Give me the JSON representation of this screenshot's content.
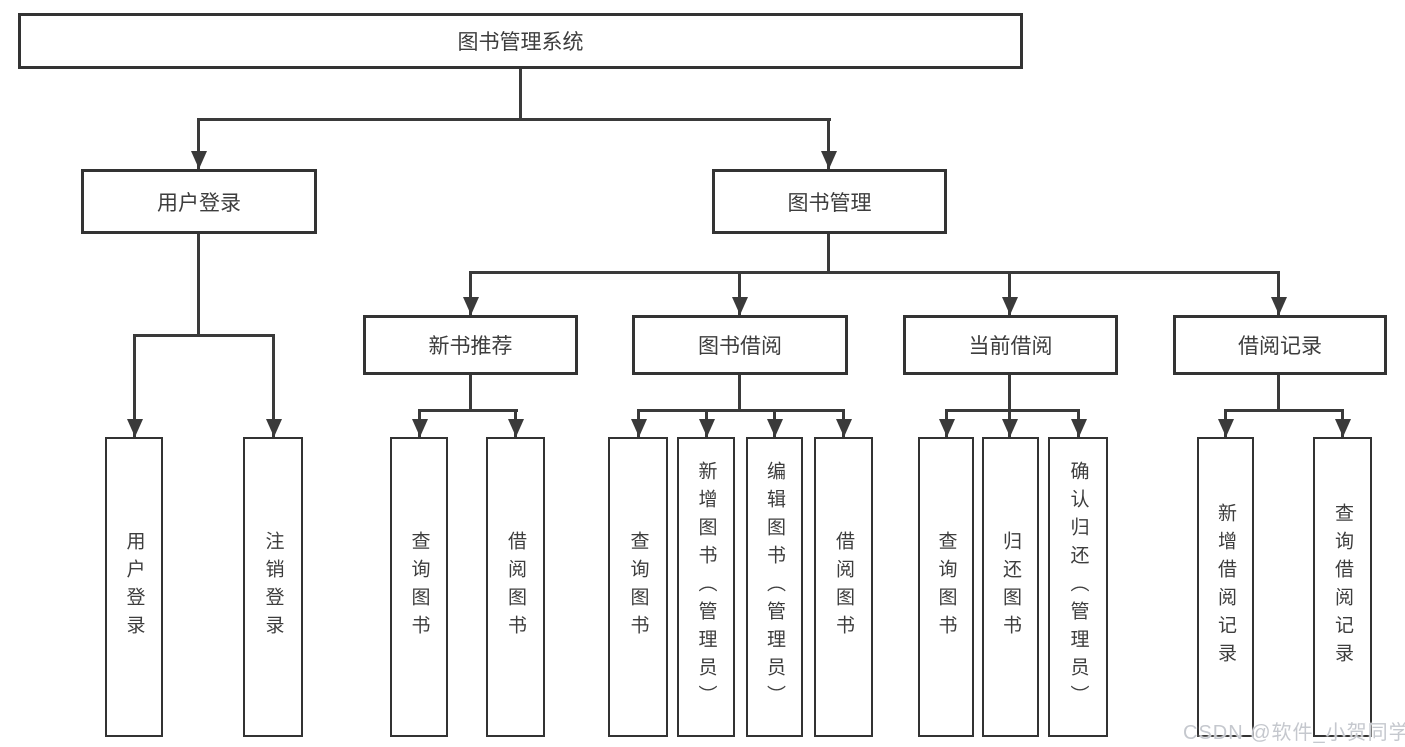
{
  "diagram": {
    "title": "图书管理系统",
    "root": {
      "label": "图书管理系统"
    },
    "level2": [
      {
        "id": "user-login",
        "label": "用户登录"
      },
      {
        "id": "book-mgmt",
        "label": "图书管理"
      }
    ],
    "level3": [
      {
        "id": "new-book",
        "label": "新书推荐",
        "parent": "book-mgmt"
      },
      {
        "id": "book-borrow",
        "label": "图书借阅",
        "parent": "book-mgmt"
      },
      {
        "id": "current-borrow",
        "label": "当前借阅",
        "parent": "book-mgmt"
      },
      {
        "id": "borrow-record",
        "label": "借阅记录",
        "parent": "book-mgmt"
      }
    ],
    "leaves": [
      {
        "label": "用户登录",
        "parent": "user-login"
      },
      {
        "label": "注销登录",
        "parent": "user-login"
      },
      {
        "label": "查询图书",
        "parent": "new-book"
      },
      {
        "label": "借阅图书",
        "parent": "new-book"
      },
      {
        "label": "查询图书",
        "parent": "book-borrow"
      },
      {
        "label": "新增图书（管理员）",
        "parent": "book-borrow"
      },
      {
        "label": "编辑图书（管理员）",
        "parent": "book-borrow"
      },
      {
        "label": "借阅图书",
        "parent": "book-borrow"
      },
      {
        "label": "查询图书",
        "parent": "current-borrow"
      },
      {
        "label": "归还图书",
        "parent": "current-borrow"
      },
      {
        "label": "确认归还（管理员）",
        "parent": "current-borrow"
      },
      {
        "label": "新增借阅记录",
        "parent": "borrow-record"
      },
      {
        "label": "查询借阅记录",
        "parent": "borrow-record"
      }
    ],
    "colors": {
      "line": "#3a3a3a",
      "box_border": "#333333",
      "text": "#3d3d3d",
      "background": "#ffffff",
      "watermark": "#c5c8ce"
    }
  },
  "watermark": {
    "text": "CSDN @软件_小贺同学"
  }
}
